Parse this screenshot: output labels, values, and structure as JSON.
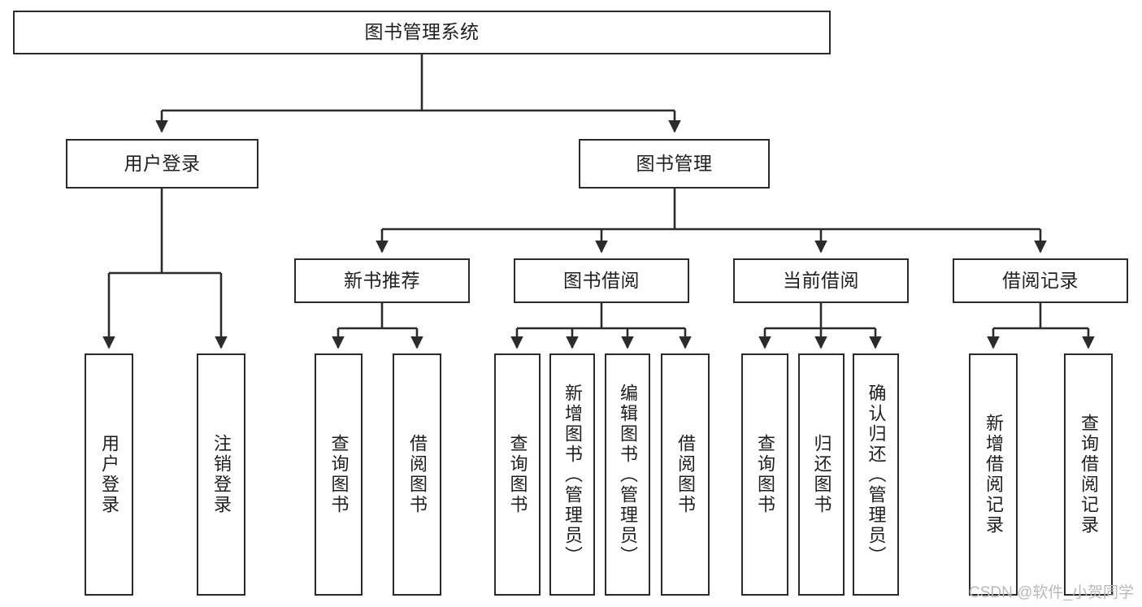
{
  "diagram": {
    "title": "图书管理系统",
    "type": "tree",
    "colors": {
      "box_border": "#2b2b2b",
      "box_fill": "#ffffff",
      "line": "#2b2b2b",
      "text": "#1f1f1f",
      "watermark": "#b9b9b9"
    },
    "root": {
      "label": "图书管理系统"
    },
    "level2": [
      {
        "label": "用户登录"
      },
      {
        "label": "图书管理"
      }
    ],
    "level3": [
      {
        "label": "新书推荐"
      },
      {
        "label": "图书借阅"
      },
      {
        "label": "当前借阅"
      },
      {
        "label": "借阅记录"
      }
    ],
    "leaves": {
      "user_login": [
        {
          "label": "用户登录"
        },
        {
          "label": "注销登录"
        }
      ],
      "new_book": [
        {
          "label": "查询图书"
        },
        {
          "label": "借阅图书"
        }
      ],
      "book_borrow": [
        {
          "label": "查询图书"
        },
        {
          "label": "新增图书（管理员）"
        },
        {
          "label": "编辑图书（管理员）"
        },
        {
          "label": "借阅图书"
        }
      ],
      "current_borrow": [
        {
          "label": "查询图书"
        },
        {
          "label": "归还图书"
        },
        {
          "label": "确认归还（管理员）"
        }
      ],
      "borrow_record": [
        {
          "label": "新增借阅记录"
        },
        {
          "label": "查询借阅记录"
        }
      ]
    }
  },
  "watermark": {
    "text": "CSDN @软件_小贺同学"
  }
}
